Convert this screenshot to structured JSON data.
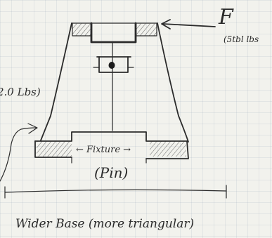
{
  "labels": {
    "force": "F",
    "force_note": "(5tbl lbs",
    "side_note": "2.0 Lbs)",
    "fixture": "← Fixture →",
    "pin": "(Pin)",
    "base": "Wider Base (more triangular)"
  }
}
